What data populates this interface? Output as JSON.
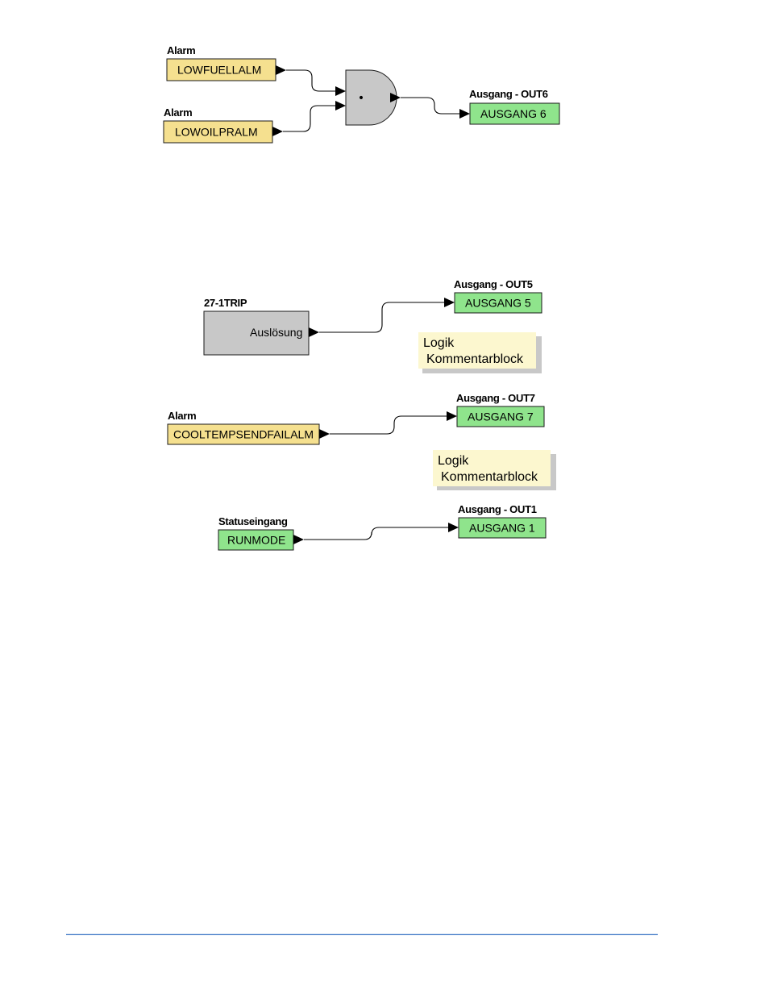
{
  "colors": {
    "alarm": "#f5e08f",
    "output": "#8fe48c",
    "gate": "#c8c8c8",
    "comment": "#fcf7cf",
    "comment_shadow": "#c8c8c8",
    "footer_line": "#3a75c4"
  },
  "group1": {
    "in1_header": "Alarm",
    "in1_label": "LOWFUELLALM",
    "in2_header": "Alarm",
    "in2_label": "LOWOILPRALM",
    "gate_type": "AND",
    "gate_symbol": "•",
    "out_header": "Ausgang - OUT6",
    "out_label": "AUSGANG 6"
  },
  "group2": {
    "in_header": "27-1TRIP",
    "in_label": "Auslösung",
    "out_header": "Ausgang - OUT5",
    "out_label": "AUSGANG 5",
    "comment_line1": "Logik",
    "comment_line2": "Kommentarblock"
  },
  "group3": {
    "in_header": "Alarm",
    "in_label": "COOLTEMPSENDFAILALM",
    "out_header": "Ausgang - OUT7",
    "out_label": "AUSGANG 7",
    "comment_line1": "Logik",
    "comment_line2": "Kommentarblock"
  },
  "group4": {
    "in_header": "Statuseingang",
    "in_label": "RUNMODE",
    "out_header": "Ausgang - OUT1",
    "out_label": "AUSGANG 1"
  }
}
